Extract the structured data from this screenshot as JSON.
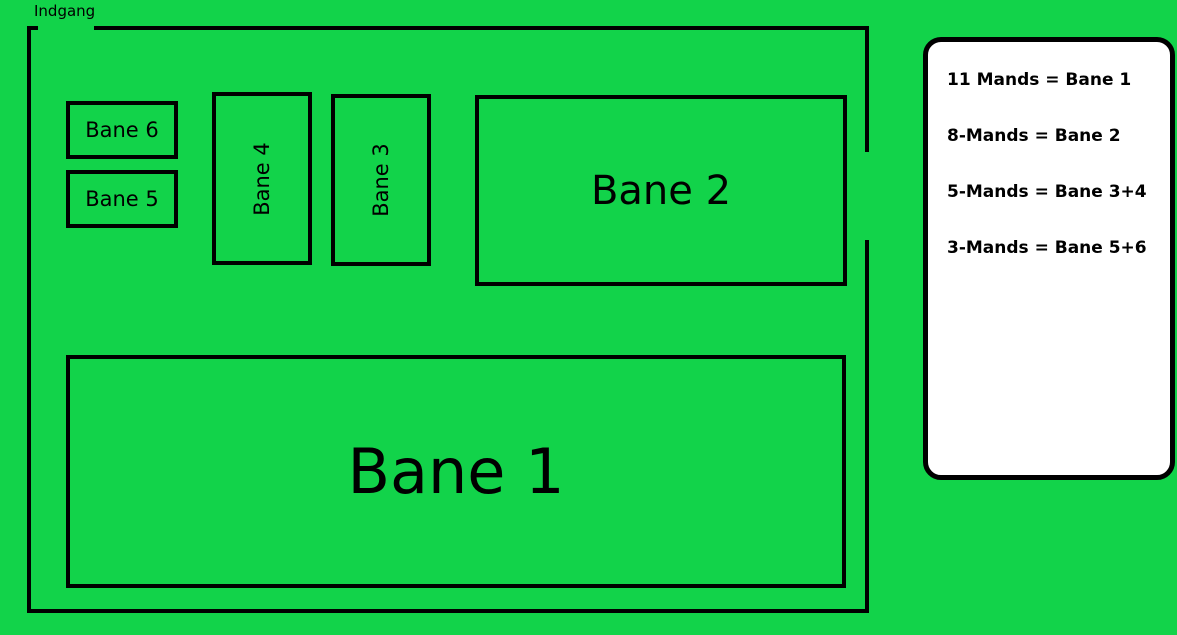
{
  "entrance": {
    "label": "Indgang"
  },
  "courts": [
    {
      "label": "Bane 1"
    },
    {
      "label": "Bane 2"
    },
    {
      "label": "Bane 3"
    },
    {
      "label": "Bane 4"
    },
    {
      "label": "Bane 5"
    },
    {
      "label": "Bane 6"
    }
  ],
  "legend": {
    "items": [
      "11 Mands = Bane 1",
      "8-Mands = Bane 2",
      "5-Mands = Bane 3+4",
      "3-Mands = Bane 5+6"
    ]
  },
  "colors": {
    "field_background": "#12d34a",
    "line": "#000000",
    "legend_background": "#ffffff"
  }
}
